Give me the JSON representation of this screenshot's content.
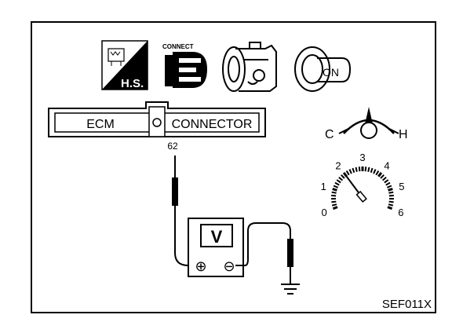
{
  "icons": {
    "hs_badge": "H.S.",
    "connect_label": "CONNECT",
    "ignition_key": "ON"
  },
  "connector": {
    "left_label": "ECM",
    "right_label": "CONNECTOR",
    "terminal": "62"
  },
  "meter": {
    "label": "V",
    "positive": "⊕",
    "negative": "⊖"
  },
  "temperature_gauge": {
    "cold_label": "C",
    "hot_label": "H"
  },
  "tachometer": {
    "ticks": [
      "0",
      "1",
      "2",
      "3",
      "4",
      "5",
      "6"
    ],
    "needle_value": 2
  },
  "figure_code": "SEF011X"
}
